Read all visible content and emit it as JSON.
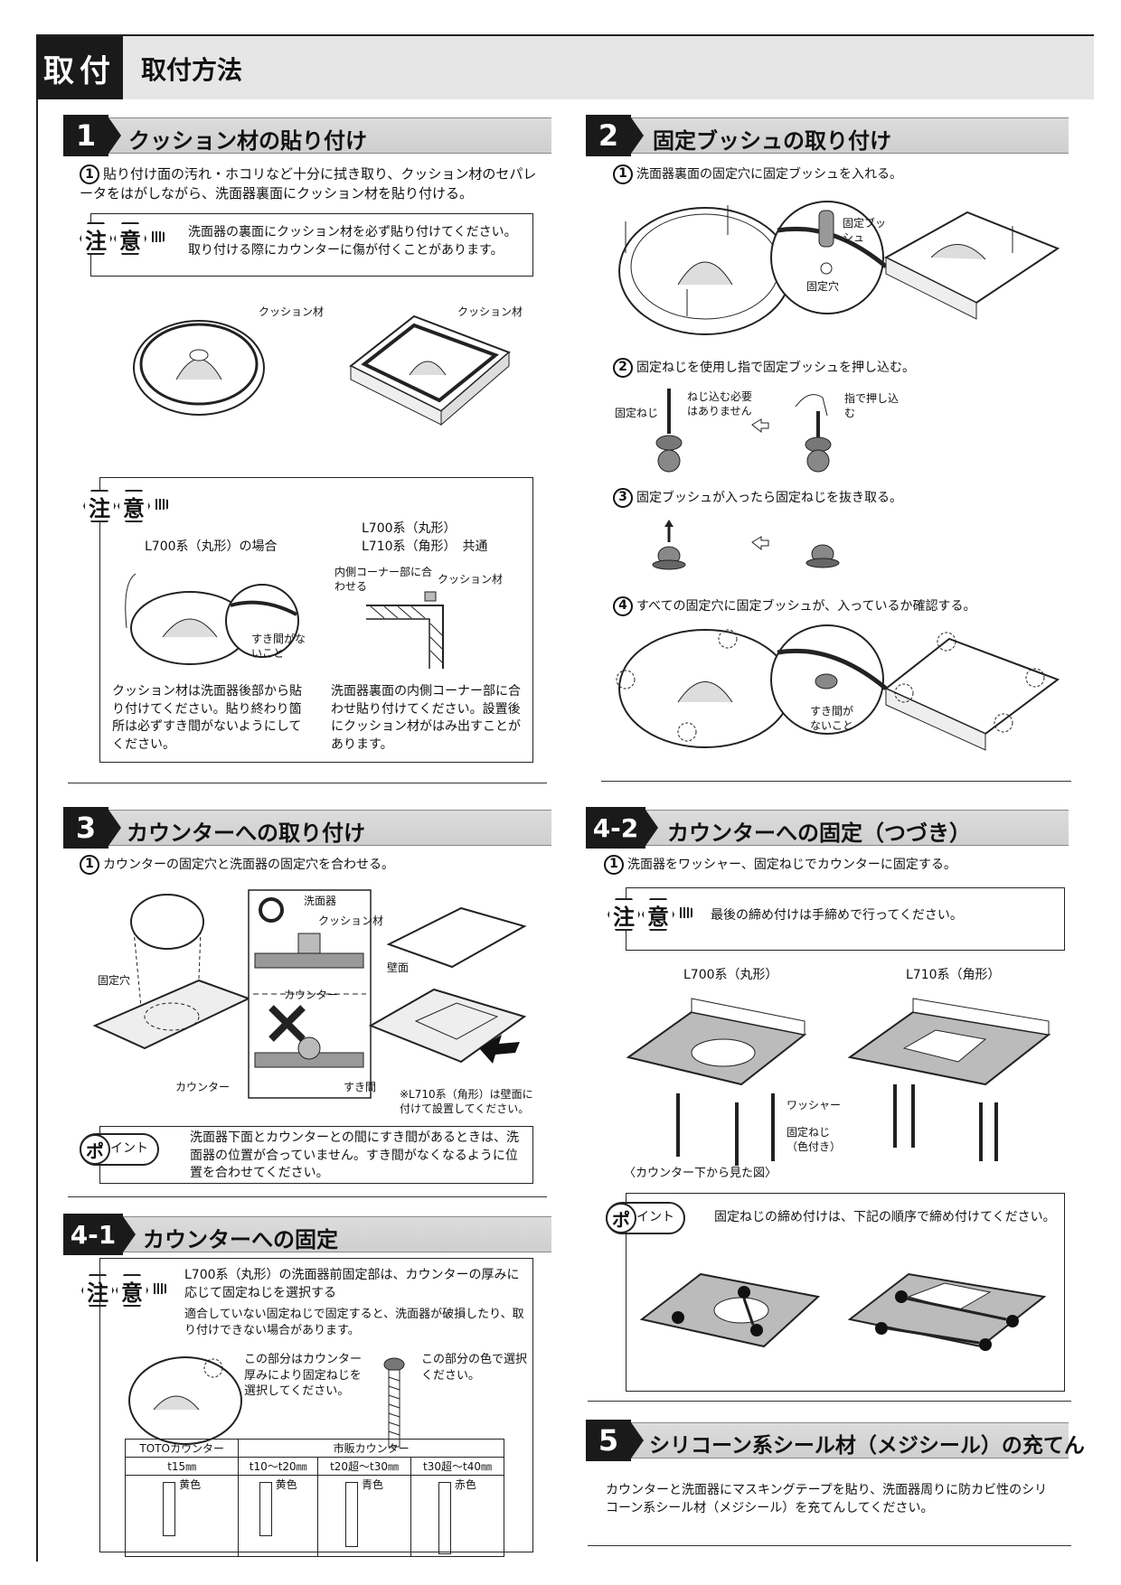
{
  "header": {
    "tag": "取付",
    "title": "取付方法"
  },
  "s1": {
    "num": "1",
    "title": "クッション材の貼り付け",
    "step1_num": "1",
    "step1": "貼り付け面の汚れ・ホコリなど十分に拭き取り、クッション材のセパレータをはがしながら、洗面器裏面にクッション材を貼り付ける。",
    "chui1": "洗面器の裏面にクッション材を必ず貼り付けてください。取り付ける際にカウンターに傷が付くことがあります。",
    "label_cushion_a": "クッション材",
    "label_cushion_b": "クッション材",
    "box2_left_title": "L700系（丸形）の場合",
    "box2_right_title1": "L700系（丸形）",
    "box2_right_title2": "L710系（角形）　共通",
    "label_corner": "内側コーナー部に合わせる",
    "label_cushion_c": "クッション材",
    "label_gap": "すき間がないこと",
    "left_note": "クッション材は洗面器後部から貼り付けてください。貼り終わり箇所は必ずすき間がないようにしてください。",
    "right_note": "洗面器裏面の内側コーナー部に合わせ貼り付けてください。設置後にクッション材がはみ出すことがあります。"
  },
  "s2": {
    "num": "2",
    "title": "固定ブッシュの取り付け",
    "step1_num": "1",
    "step1": "洗面器裏面の固定穴に固定ブッシュを入れる。",
    "label_bush": "固定ブッシュ",
    "label_hole": "固定穴",
    "step2_num": "2",
    "step2": "固定ねじを使用し指で固定ブッシュを押し込む。",
    "label_screw": "固定ねじ",
    "label_no_screw": "ねじ込む必要はありません",
    "label_finger": "指で押し込む",
    "step3_num": "3",
    "step3": "固定ブッシュが入ったら固定ねじを抜き取る。",
    "step4_num": "4",
    "step4": "すべての固定穴に固定ブッシュが、入っているか確認する。",
    "label_gap": "すき間がないこと"
  },
  "s3": {
    "num": "3",
    "title": "カウンターへの取り付け",
    "step1_num": "1",
    "step1": "カウンターの固定穴と洗面器の固定穴を合わせる。",
    "label_hole": "固定穴",
    "label_counter": "カウンター",
    "label_basin": "洗面器",
    "label_cushion": "クッション材",
    "label_counter2": "カウンター",
    "label_gap": "すき間",
    "label_wall": "壁面",
    "label_note": "※L710系（角形）は壁面に付けて設置してください。",
    "point_label": "イント",
    "point_mark": "ポ",
    "point_text": "洗面器下面とカウンターとの間にすき間があるときは、洗面器の位置が合っていません。すき間がなくなるように位置を合わせてください。"
  },
  "s41": {
    "num": "4-1",
    "title": "カウンターへの固定",
    "chui_main": "L700系（丸形）の洗面器前固定部は、カウンターの厚みに応じて固定ねじを選択する",
    "chui_sub": "適合していない固定ねじで固定すると、洗面器が破損したり、取り付けできない場合があります。",
    "label_part": "この部分はカウンター厚みにより固定ねじを選択してください。",
    "label_color": "この部分の色で選択ください。",
    "table": {
      "h_toto": "TOTOカウンター",
      "h_market": "市販カウンター",
      "cols": [
        "t15㎜",
        "t10～t20㎜",
        "t20超～t30㎜",
        "t30超～t40㎜"
      ],
      "colors": [
        "黄色",
        "黄色",
        "青色",
        "赤色"
      ]
    }
  },
  "s42": {
    "num": "4-2",
    "title": "カウンターへの固定（つづき）",
    "step1_num": "1",
    "step1": "洗面器をワッシャー、固定ねじでカウンターに固定する。",
    "chui": "最後の締め付けは手締めで行ってください。",
    "label_round": "L700系（丸形）",
    "label_square": "L710系（角形）",
    "label_washer": "ワッシャー",
    "label_screw": "固定ねじ（色付き）",
    "label_view": "〈カウンター下から見た図〉",
    "point_label": "イント",
    "point_mark": "ポ",
    "point_text": "固定ねじの締め付けは、下記の順序で締め付けてください。"
  },
  "s5": {
    "num": "5",
    "title": "シリコーン系シール材（メジシール）の充てん",
    "text": "カウンターと洗面器にマスキングテープを貼り、洗面器周りに防カビ性のシリコーン系シール材（メジシール）を充てんしてください。"
  },
  "chui_chars": [
    "注",
    "意"
  ]
}
